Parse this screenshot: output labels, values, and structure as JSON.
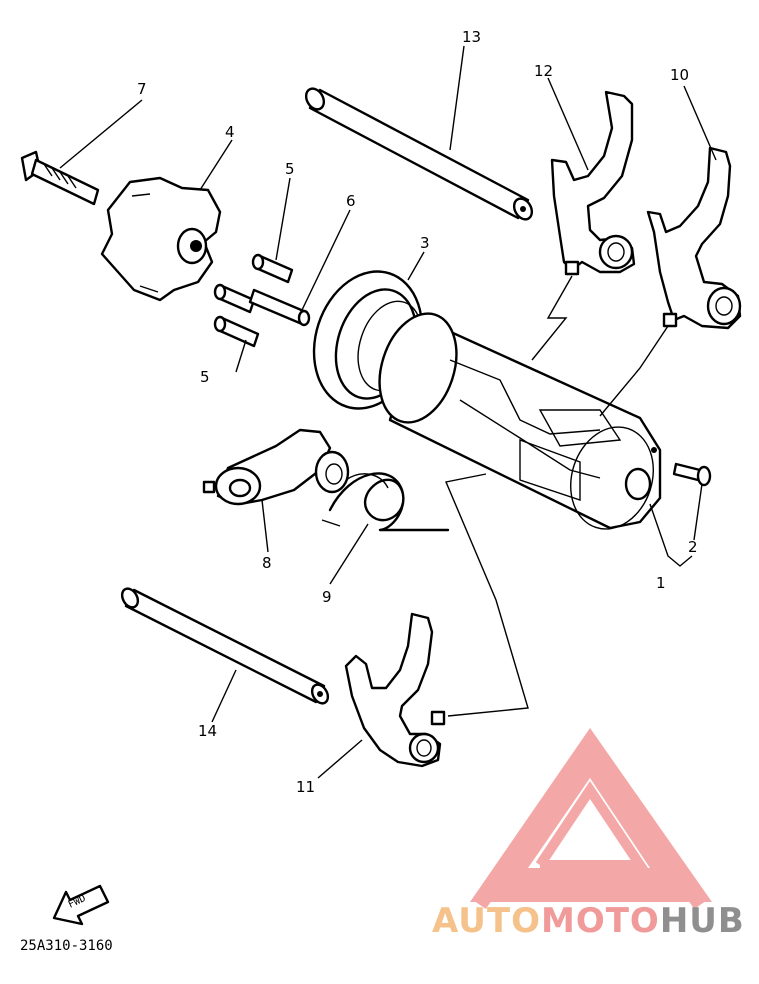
{
  "callouts": {
    "c1": "1",
    "c2": "2",
    "c3": "3",
    "c4": "4",
    "c5a": "5",
    "c5b": "5",
    "c6": "6",
    "c7": "7",
    "c8": "8",
    "c9": "9",
    "c10": "10",
    "c11": "11",
    "c12": "12",
    "c13": "13",
    "c14": "14"
  },
  "fwd_label": "FWD",
  "diagram_code": "25A310-3160",
  "watermark": {
    "part1": "AUTO",
    "part2": "MOTO",
    "part3": "HUB",
    "colors": {
      "auto": "#f5c28c",
      "moto": "#f09a9a",
      "hub": "#8f8f8f",
      "logo": "#f29a98"
    }
  }
}
